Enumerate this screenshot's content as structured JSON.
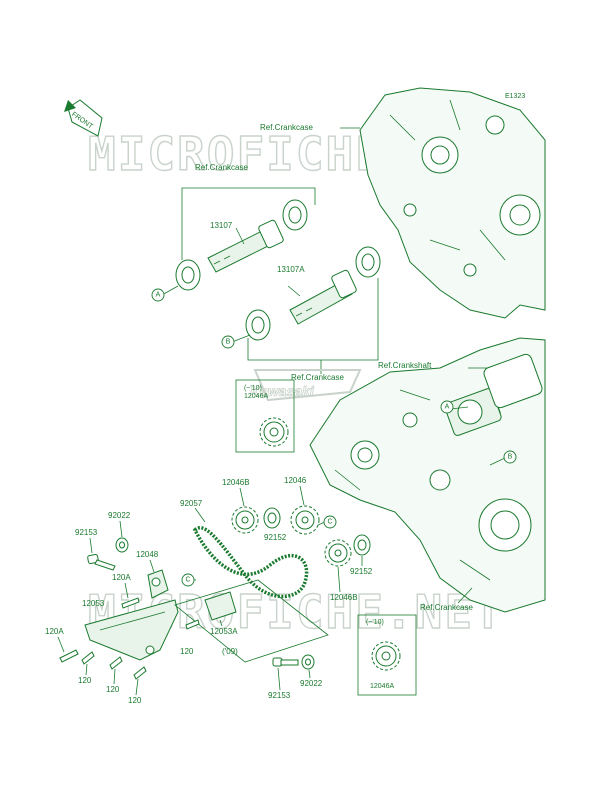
{
  "diagram_code": "E1323",
  "front_label": "FRONT",
  "watermark_text": "MICROFICHE.NET",
  "logo_text": "Kawasaki",
  "refs": {
    "crankcase_top": "Ref.Crankcase",
    "crankcase_left": "Ref.Crankcase",
    "crankcase_mid": "Ref.Crankcase",
    "crankshaft": "Ref.Crankshaft",
    "crankcase_bottom": "Ref.Crankcase"
  },
  "callouts": {
    "a_left": "A",
    "b_left": "B",
    "a_right": "A",
    "b_right": "B",
    "c_chain": "C",
    "c_gear": "C"
  },
  "parts": {
    "p13107": "13107",
    "p13107a": "13107A",
    "p12046a_top": "12046A",
    "p12046a_top_note": "(~'10)",
    "p12046b_left": "12046B",
    "p12046": "12046",
    "p92057": "92057",
    "p92022_left": "92022",
    "p92153_left": "92153",
    "p12048": "12048",
    "p120a_left": "120A",
    "p12053": "12053",
    "p120a_bottom": "120A",
    "p120_a": "120",
    "p120_b": "120",
    "p120_c": "120",
    "p92152_left": "92152",
    "p92152_right": "92152",
    "p12046b_right": "12046B",
    "p12053a": "12053A",
    "p120_inset": "120",
    "inset_note": "('09)",
    "p92153_bottom": "92153",
    "p92022_bottom": "92022",
    "p12046a_bottom": "12046A",
    "p12046a_bottom_note": "(~'10)"
  },
  "colors": {
    "line": "#1a7a2e",
    "watermark": "#c9d3cb"
  }
}
